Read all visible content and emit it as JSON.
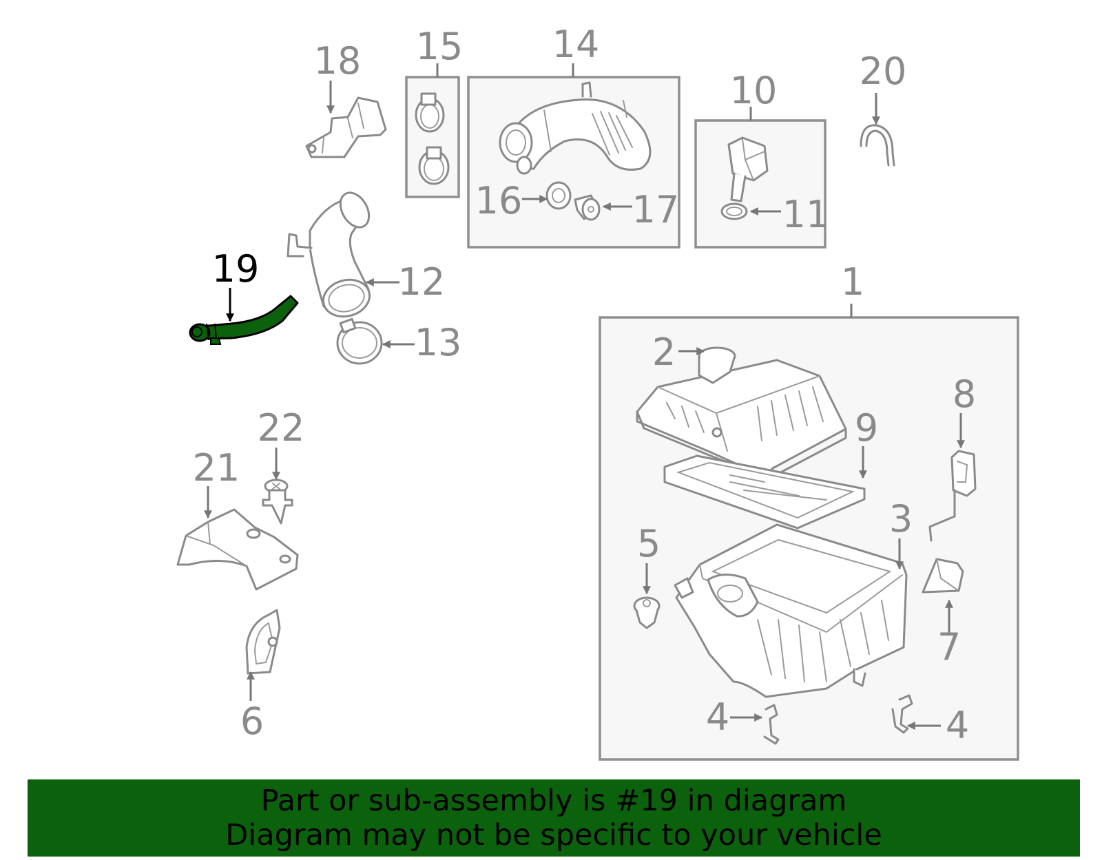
{
  "callouts": {
    "n1": "1",
    "n2": "2",
    "n3": "3",
    "n4a": "4",
    "n4b": "4",
    "n5": "5",
    "n6": "6",
    "n7": "7",
    "n8": "8",
    "n9": "9",
    "n10": "10",
    "n11": "11",
    "n12": "12",
    "n13": "13",
    "n14": "14",
    "n15": "15",
    "n16": "16",
    "n17": "17",
    "n18": "18",
    "n19": "19",
    "n20": "20",
    "n21": "21",
    "n22": "22"
  },
  "highlight": {
    "color": "#0c620c"
  },
  "banner": {
    "line1": "Part or sub-assembly is #19 in diagram",
    "line2": "Diagram may not be specific to your vehicle",
    "background": "#0c620c"
  }
}
